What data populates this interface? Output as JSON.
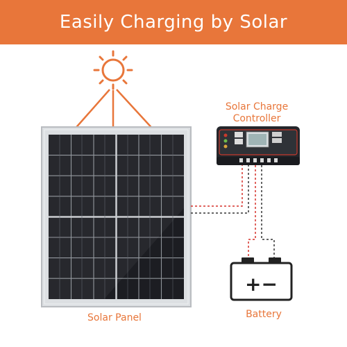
{
  "title": "Easily Charging by Solar",
  "labels": {
    "controller_line1": "Solar Charge",
    "controller_line2": "Controller",
    "panel": "Solar Panel",
    "battery": "Battery"
  },
  "battery_symbol": "+−",
  "colors": {
    "accent": "#e8763a",
    "wire_red": "#d6302a",
    "wire_dark": "#333333",
    "panel_cell": "#1c1d22",
    "controller_body": "#24262b"
  },
  "icons": [
    "sun-icon",
    "solar-panel",
    "charge-controller",
    "battery-icon"
  ]
}
